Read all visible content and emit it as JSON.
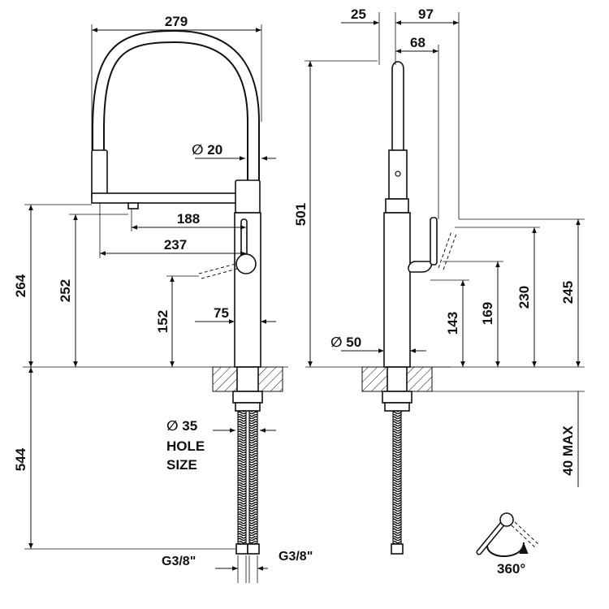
{
  "dimensions": {
    "front": {
      "overall_width": "279",
      "hose_diameter": "∅ 20",
      "spout_reach_188": "188",
      "spout_reach_237": "237",
      "spout_height_264": "264",
      "spout_height_252": "252",
      "lever_height": "152",
      "lever_offset": "75",
      "hole_diameter": "∅ 35",
      "hole_label_line1": "HOLE",
      "hole_label_line2": "SIZE",
      "below_counter": "544",
      "thread_left": "G3/8\"",
      "thread_right": "G3/8\""
    },
    "side": {
      "top_offset_25": "25",
      "top_offset_97": "97",
      "top_offset_68": "68",
      "overall_height": "501",
      "body_diameter": "∅ 50",
      "lever_143": "143",
      "lever_169": "169",
      "lever_230": "230",
      "lever_245": "245",
      "counter_thickness": "40 MAX"
    },
    "rotation": "360°"
  }
}
